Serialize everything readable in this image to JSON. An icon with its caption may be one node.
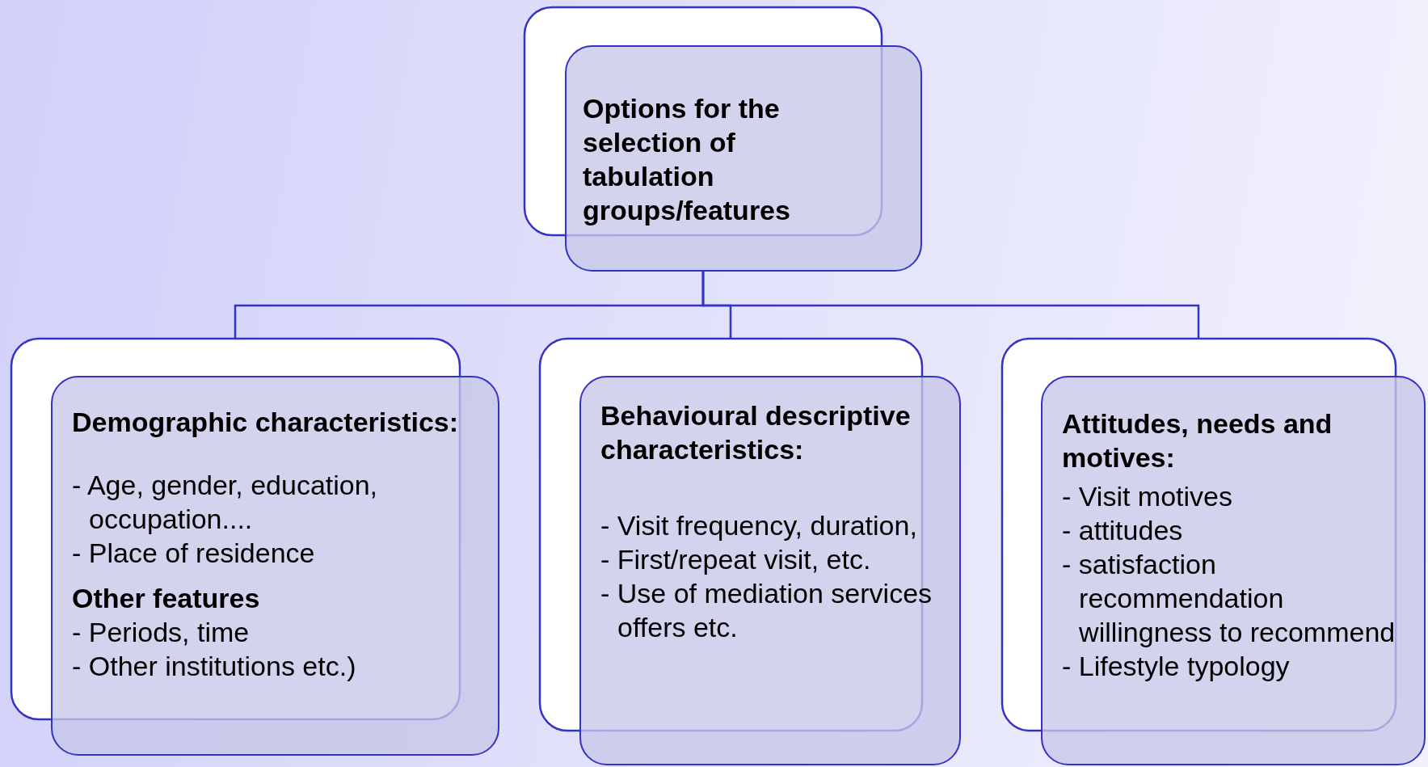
{
  "diagram": {
    "nodes": [
      {
        "text": [
          "Options for the selection of tabulation groups/features"
        ]
      },
      {
        "text": [
          "Demographic characteristics:",
          "- Age, gender, education, occupation....",
          "- Place of residence",
          "Other features",
          "- Periods, time",
          "- Other institutions etc.)"
        ]
      },
      {
        "text": [
          "**Behavioural descriptive characteristics**:",
          "- Visit frequency, duration,",
          "- First/repeat visit, etc.",
          "- Use of mediation services offers etc."
        ]
      },
      {
        "text": [
          "Attitudes, needs and motives:",
          "- Visit motives",
          "- attitudes",
          "- satisfaction recommendation willingness to recommend",
          "- Lifestyle typology"
        ]
      }
    ],
    "edges": [
      {
        "from": 0,
        "to": 1,
        "arrow": "none"
      },
      {
        "from": 0,
        "to": 2,
        "arrow": "none"
      },
      {
        "from": 0,
        "to": 3,
        "arrow": "none"
      }
    ]
  }
}
